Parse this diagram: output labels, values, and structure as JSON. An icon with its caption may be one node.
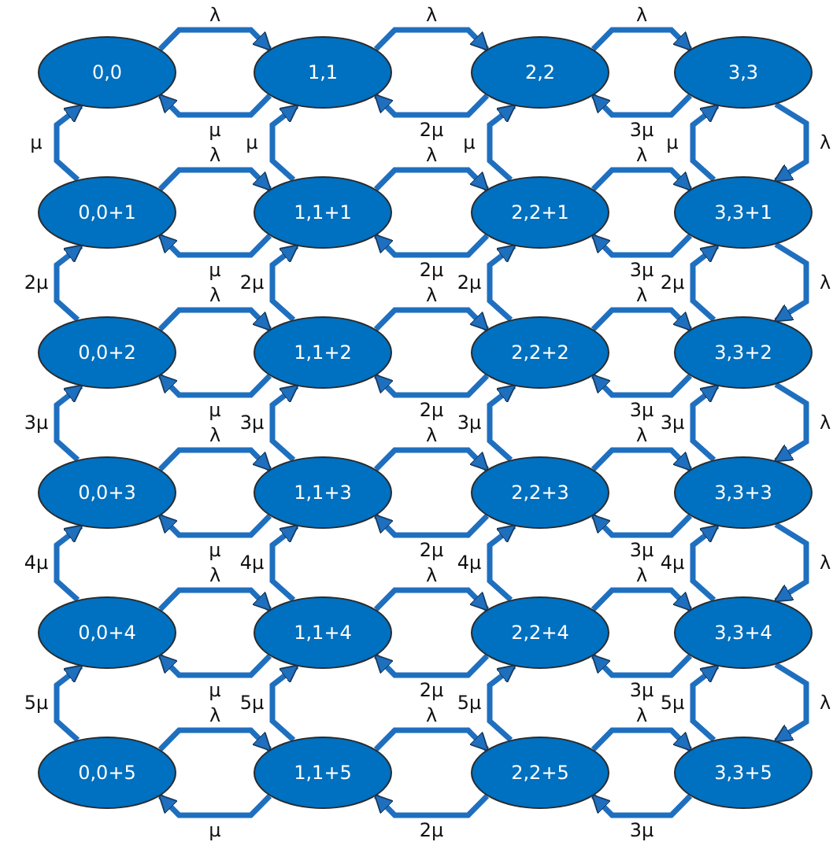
{
  "diagram": {
    "nodes": [
      {
        "text": [
          "0,0"
        ]
      },
      {
        "text": [
          "1,1"
        ]
      },
      {
        "text": [
          "2,2"
        ]
      },
      {
        "text": [
          "3,3"
        ]
      },
      {
        "text": [
          "0,0+1"
        ]
      },
      {
        "text": [
          "1,1+1"
        ]
      },
      {
        "text": [
          "2,2+1"
        ]
      },
      {
        "text": [
          "3,3+1"
        ]
      },
      {
        "text": [
          "0,0+2"
        ]
      },
      {
        "text": [
          "1,1+2"
        ]
      },
      {
        "text": [
          "2,2+2"
        ]
      },
      {
        "text": [
          "3,3+2"
        ]
      },
      {
        "text": [
          "0,0+3"
        ]
      },
      {
        "text": [
          "1,1+3"
        ]
      },
      {
        "text": [
          "2,2+3"
        ]
      },
      {
        "text": [
          "3,3+3"
        ]
      },
      {
        "text": [
          "0,0+4"
        ]
      },
      {
        "text": [
          "1,1+4"
        ]
      },
      {
        "text": [
          "2,2+4"
        ]
      },
      {
        "text": [
          "3,3+4"
        ]
      },
      {
        "text": [
          "0,0+5"
        ]
      },
      {
        "text": [
          "1,1+5"
        ]
      },
      {
        "text": [
          "2,2+5"
        ]
      },
      {
        "text": [
          "3,3+5"
        ]
      }
    ],
    "edges": [
      {
        "from": 0,
        "to": 1,
        "arrow": "to",
        "label": "λ"
      },
      {
        "from": 1,
        "to": 0,
        "arrow": "to",
        "label": "μ"
      },
      {
        "from": 1,
        "to": 2,
        "arrow": "to",
        "label": "λ"
      },
      {
        "from": 2,
        "to": 1,
        "arrow": "to",
        "label": "2μ"
      },
      {
        "from": 2,
        "to": 3,
        "arrow": "to",
        "label": "λ"
      },
      {
        "from": 3,
        "to": 2,
        "arrow": "to",
        "label": "3μ"
      },
      {
        "from": 4,
        "to": 0,
        "arrow": "to",
        "label": "μ"
      },
      {
        "from": 5,
        "to": 1,
        "arrow": "to",
        "label": "μ"
      },
      {
        "from": 6,
        "to": 2,
        "arrow": "to",
        "label": "μ"
      },
      {
        "from": 7,
        "to": 3,
        "arrow": "to",
        "label": "μ"
      },
      {
        "from": 3,
        "to": 7,
        "arrow": "to",
        "label": "λ"
      },
      {
        "from": 4,
        "to": 5,
        "arrow": "to",
        "label": "λ"
      },
      {
        "from": 5,
        "to": 4,
        "arrow": "to",
        "label": "μ"
      },
      {
        "from": 5,
        "to": 6,
        "arrow": "to",
        "label": "λ"
      },
      {
        "from": 6,
        "to": 5,
        "arrow": "to",
        "label": "2μ"
      },
      {
        "from": 6,
        "to": 7,
        "arrow": "to",
        "label": "λ"
      },
      {
        "from": 7,
        "to": 6,
        "arrow": "to",
        "label": "3μ"
      },
      {
        "from": 8,
        "to": 4,
        "arrow": "to",
        "label": "2μ"
      },
      {
        "from": 9,
        "to": 5,
        "arrow": "to",
        "label": "2μ"
      },
      {
        "from": 10,
        "to": 6,
        "arrow": "to",
        "label": "2μ"
      },
      {
        "from": 11,
        "to": 7,
        "arrow": "to",
        "label": "2μ"
      },
      {
        "from": 7,
        "to": 11,
        "arrow": "to",
        "label": "λ"
      },
      {
        "from": 8,
        "to": 9,
        "arrow": "to",
        "label": "λ"
      },
      {
        "from": 9,
        "to": 8,
        "arrow": "to",
        "label": "μ"
      },
      {
        "from": 9,
        "to": 10,
        "arrow": "to",
        "label": "λ"
      },
      {
        "from": 10,
        "to": 9,
        "arrow": "to",
        "label": "2μ"
      },
      {
        "from": 10,
        "to": 11,
        "arrow": "to",
        "label": "λ"
      },
      {
        "from": 11,
        "to": 10,
        "arrow": "to",
        "label": "3μ"
      },
      {
        "from": 12,
        "to": 8,
        "arrow": "to",
        "label": "3μ"
      },
      {
        "from": 13,
        "to": 9,
        "arrow": "to",
        "label": "3μ"
      },
      {
        "from": 14,
        "to": 10,
        "arrow": "to",
        "label": "3μ"
      },
      {
        "from": 15,
        "to": 11,
        "arrow": "to",
        "label": "3μ"
      },
      {
        "from": 11,
        "to": 15,
        "arrow": "to",
        "label": "λ"
      },
      {
        "from": 12,
        "to": 13,
        "arrow": "to",
        "label": "λ"
      },
      {
        "from": 13,
        "to": 12,
        "arrow": "to",
        "label": "μ"
      },
      {
        "from": 13,
        "to": 14,
        "arrow": "to",
        "label": "λ"
      },
      {
        "from": 14,
        "to": 13,
        "arrow": "to",
        "label": "2μ"
      },
      {
        "from": 14,
        "to": 15,
        "arrow": "to",
        "label": "λ"
      },
      {
        "from": 15,
        "to": 14,
        "arrow": "to",
        "label": "3μ"
      },
      {
        "from": 16,
        "to": 12,
        "arrow": "to",
        "label": "4μ"
      },
      {
        "from": 17,
        "to": 13,
        "arrow": "to",
        "label": "4μ"
      },
      {
        "from": 18,
        "to": 14,
        "arrow": "to",
        "label": "4μ"
      },
      {
        "from": 19,
        "to": 15,
        "arrow": "to",
        "label": "4μ"
      },
      {
        "from": 15,
        "to": 19,
        "arrow": "to",
        "label": "λ"
      },
      {
        "from": 16,
        "to": 17,
        "arrow": "to",
        "label": "λ"
      },
      {
        "from": 17,
        "to": 16,
        "arrow": "to",
        "label": "μ"
      },
      {
        "from": 17,
        "to": 18,
        "arrow": "to",
        "label": "λ"
      },
      {
        "from": 18,
        "to": 17,
        "arrow": "to",
        "label": "2μ"
      },
      {
        "from": 18,
        "to": 19,
        "arrow": "to",
        "label": "λ"
      },
      {
        "from": 19,
        "to": 18,
        "arrow": "to",
        "label": "3μ"
      },
      {
        "from": 20,
        "to": 16,
        "arrow": "to",
        "label": "5μ"
      },
      {
        "from": 21,
        "to": 17,
        "arrow": "to",
        "label": "5μ"
      },
      {
        "from": 22,
        "to": 18,
        "arrow": "to",
        "label": "5μ"
      },
      {
        "from": 23,
        "to": 19,
        "arrow": "to",
        "label": "5μ"
      },
      {
        "from": 19,
        "to": 23,
        "arrow": "to",
        "label": "λ"
      },
      {
        "from": 20,
        "to": 21,
        "arrow": "to",
        "label": "λ"
      },
      {
        "from": 21,
        "to": 20,
        "arrow": "to",
        "label": "μ"
      },
      {
        "from": 21,
        "to": 22,
        "arrow": "to",
        "label": "λ"
      },
      {
        "from": 22,
        "to": 21,
        "arrow": "to",
        "label": "2μ"
      },
      {
        "from": 22,
        "to": 23,
        "arrow": "to",
        "label": "λ"
      },
      {
        "from": 23,
        "to": 22,
        "arrow": "to",
        "label": "3μ"
      }
    ]
  }
}
